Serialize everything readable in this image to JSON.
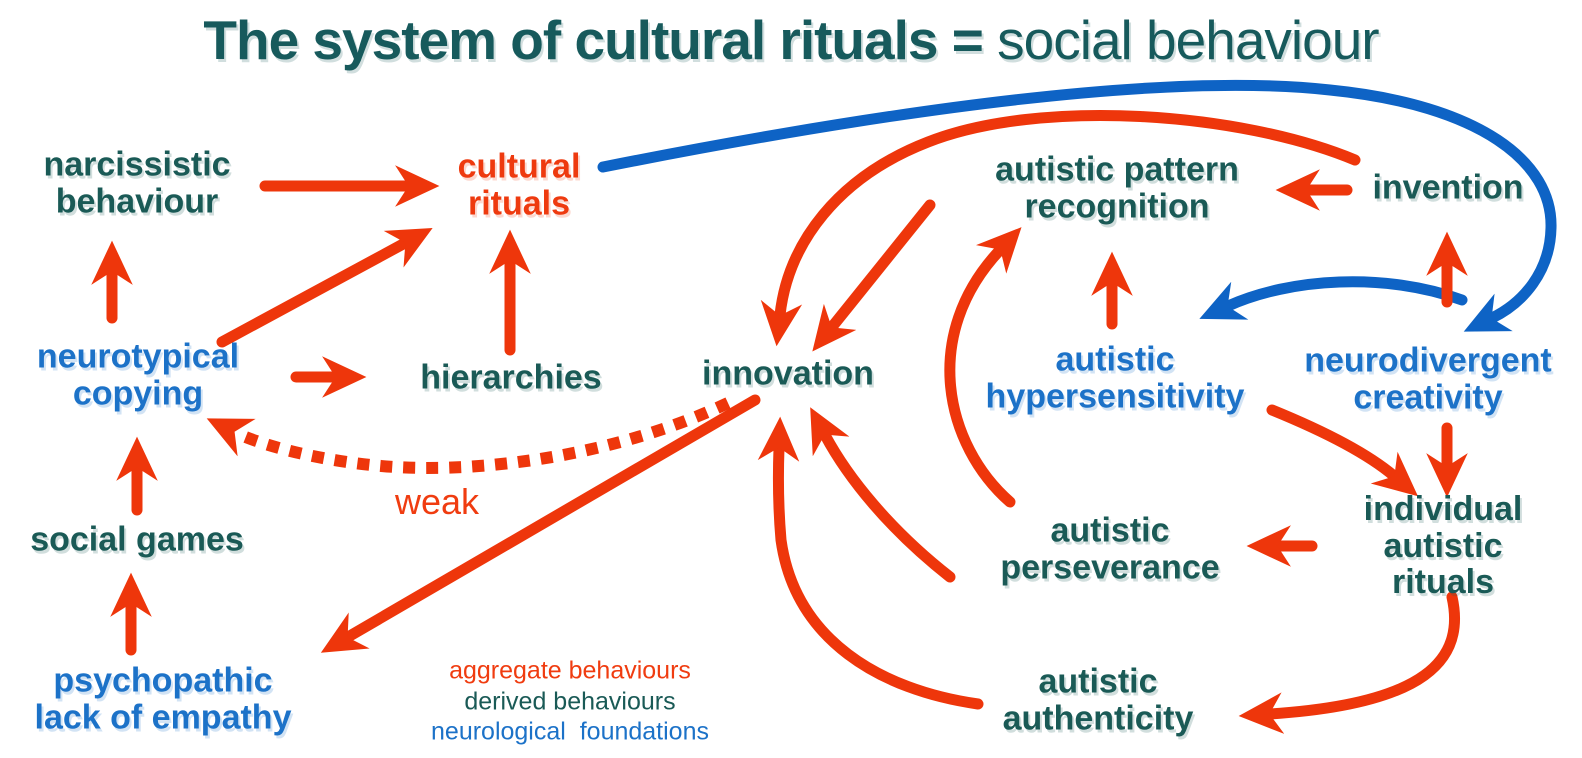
{
  "title": {
    "bold": "The system of cultural rituals = ",
    "regular": "social behaviour"
  },
  "nodes": {
    "narcissistic": {
      "label": "narcissistic\nbehaviour",
      "category": "derived behaviours"
    },
    "cultural": {
      "label": "cultural\nrituals",
      "category": "aggregate behaviours"
    },
    "pattern": {
      "label": "autistic pattern\nrecognition",
      "category": "derived behaviours"
    },
    "invention": {
      "label": "invention",
      "category": "derived behaviours"
    },
    "neurotypical": {
      "label": "neurotypical\ncopying",
      "category": "neurological foundations"
    },
    "hierarchies": {
      "label": "hierarchies",
      "category": "derived behaviours"
    },
    "innovation": {
      "label": "innovation",
      "category": "derived behaviours"
    },
    "hypersensitivity": {
      "label": "autistic\nhypersensitivity",
      "category": "neurological foundations"
    },
    "neurodivergent": {
      "label": "neurodivergent\ncreativity",
      "category": "neurological foundations"
    },
    "social": {
      "label": "social games",
      "category": "derived behaviours"
    },
    "perseverance": {
      "label": "autistic\nperseverance",
      "category": "derived behaviours"
    },
    "individual": {
      "label": "individual\nautistic rituals",
      "category": "derived behaviours"
    },
    "psychopathic": {
      "label": "psychopathic\nlack of empathy",
      "category": "neurological foundations"
    },
    "authenticity": {
      "label": "autistic\nauthenticity",
      "category": "derived behaviours"
    }
  },
  "annotations": {
    "weak": "weak"
  },
  "legend": {
    "aggregate": "aggregate behaviours",
    "derived": "derived behaviours",
    "neurological": "neurological  foundations"
  },
  "colors": {
    "aggregate_red": "#ee3a0f",
    "derived_teal": "#1a5a56",
    "neurological_blue": "#1c72c8",
    "arrow_red": "#ee360b",
    "arrow_blue": "#0e63c5"
  },
  "edges": [
    {
      "from": "narcissistic behaviour",
      "to": "cultural rituals",
      "color": "red",
      "style": "solid"
    },
    {
      "from": "neurotypical copying",
      "to": "narcissistic behaviour",
      "color": "red",
      "style": "solid"
    },
    {
      "from": "neurotypical copying",
      "to": "cultural rituals",
      "color": "red",
      "style": "solid"
    },
    {
      "from": "neurotypical copying",
      "to": "hierarchies",
      "color": "red",
      "style": "solid"
    },
    {
      "from": "hierarchies",
      "to": "cultural rituals",
      "color": "red",
      "style": "solid"
    },
    {
      "from": "social games",
      "to": "neurotypical copying",
      "color": "red",
      "style": "solid"
    },
    {
      "from": "psychopathic lack of empathy",
      "to": "social games",
      "color": "red",
      "style": "solid"
    },
    {
      "from": "innovation",
      "to": "psychopathic lack of empathy",
      "color": "red",
      "style": "solid"
    },
    {
      "from": "innovation",
      "to": "neurotypical copying",
      "color": "red",
      "style": "dotted",
      "label": "weak"
    },
    {
      "from": "invention",
      "to": "autistic pattern recognition",
      "color": "red",
      "style": "solid"
    },
    {
      "from": "invention",
      "to": "innovation",
      "color": "red",
      "style": "solid"
    },
    {
      "from": "autistic pattern recognition",
      "to": "innovation",
      "color": "red",
      "style": "solid"
    },
    {
      "from": "autistic perseverance",
      "to": "autistic pattern recognition",
      "color": "red",
      "style": "solid"
    },
    {
      "from": "autistic hypersensitivity",
      "to": "autistic pattern recognition",
      "color": "red",
      "style": "solid"
    },
    {
      "from": "neurodivergent creativity",
      "to": "invention",
      "color": "red",
      "style": "solid"
    },
    {
      "from": "autistic hypersensitivity",
      "to": "individual autistic rituals",
      "color": "red",
      "style": "solid"
    },
    {
      "from": "neurodivergent creativity",
      "to": "individual autistic rituals",
      "color": "red",
      "style": "solid"
    },
    {
      "from": "individual autistic rituals",
      "to": "autistic perseverance",
      "color": "red",
      "style": "solid"
    },
    {
      "from": "individual autistic rituals",
      "to": "autistic authenticity",
      "color": "red",
      "style": "solid"
    },
    {
      "from": "autistic perseverance",
      "to": "innovation",
      "color": "red",
      "style": "solid"
    },
    {
      "from": "autistic authenticity",
      "to": "innovation",
      "color": "red",
      "style": "solid"
    },
    {
      "from": "cultural rituals",
      "to": "neurodivergent creativity",
      "color": "blue",
      "style": "solid"
    },
    {
      "from": "neurodivergent creativity",
      "to": "autistic hypersensitivity",
      "color": "blue",
      "style": "solid"
    }
  ]
}
